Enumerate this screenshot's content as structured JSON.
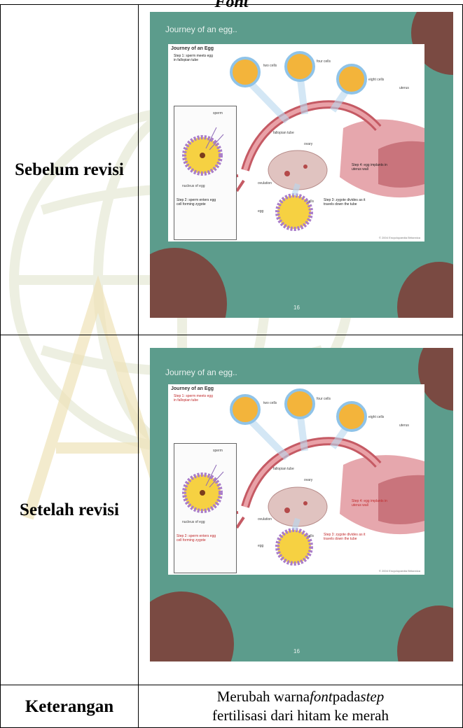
{
  "page_title": "Font",
  "rows": [
    {
      "label": "Sebelum revisi",
      "slide": {
        "title": "Journey of an egg..",
        "illustration_title": "Journey of an Egg",
        "labels": {
          "two_cells": "two cells",
          "four_cells": "four cells",
          "eight_cells": "eight cells",
          "uterus": "uterus",
          "fallopian_tube": "fallopian tube",
          "ovary": "ovary",
          "sperm": "sperm",
          "nucleus_of_egg": "nucleus of egg",
          "egg": "egg",
          "cells": "cells",
          "ovulation": "ovulation"
        },
        "steps": {
          "step1": "Step 1: sperm meets egg in fallopian tube",
          "step2": "Step 2: sperm enters egg cell forming zygote",
          "step3": "Step 3: zygote divides as it travels down the tube",
          "step4": "Step 4: egg implants in uterus wall"
        },
        "slide_number": "16",
        "credit": "© 2004 Encyclopaedia Britannica",
        "step_color": "#1a1a1a"
      }
    },
    {
      "label": "Setelah revisi",
      "slide": {
        "title": "Journey of an egg..",
        "illustration_title": "Journey of an Egg",
        "labels": {
          "two_cells": "two cells",
          "four_cells": "four cells",
          "eight_cells": "eight cells",
          "uterus": "uterus",
          "fallopian_tube": "fallopian tube",
          "ovary": "ovary",
          "sperm": "sperm",
          "nucleus_of_egg": "nucleus of egg",
          "egg": "egg",
          "cells": "cells",
          "ovulation": "ovulation"
        },
        "steps": {
          "step1": "Step 1: sperm meets egg in fallopian tube",
          "step2": "Step 2: sperm enters egg cell forming zygote",
          "step3": "Step 3: zygote divides as it travels down the tube",
          "step4": "Step 4: egg implants in uterus wall"
        },
        "slide_number": "16",
        "credit": "© 2004 Encyclopaedia Britannica",
        "step_color": "#c0282a"
      }
    }
  ],
  "note": {
    "label": "Keterangan",
    "text_parts": [
      "Merubah warna ",
      "font",
      " pada ",
      "step",
      " fertilisasi dari hitam ke merah"
    ]
  },
  "colors": {
    "slide_background": "#5c9c8c",
    "decor_blob": "#7a4a42",
    "step_before": "#1a1a1a",
    "step_after": "#c0282a"
  }
}
